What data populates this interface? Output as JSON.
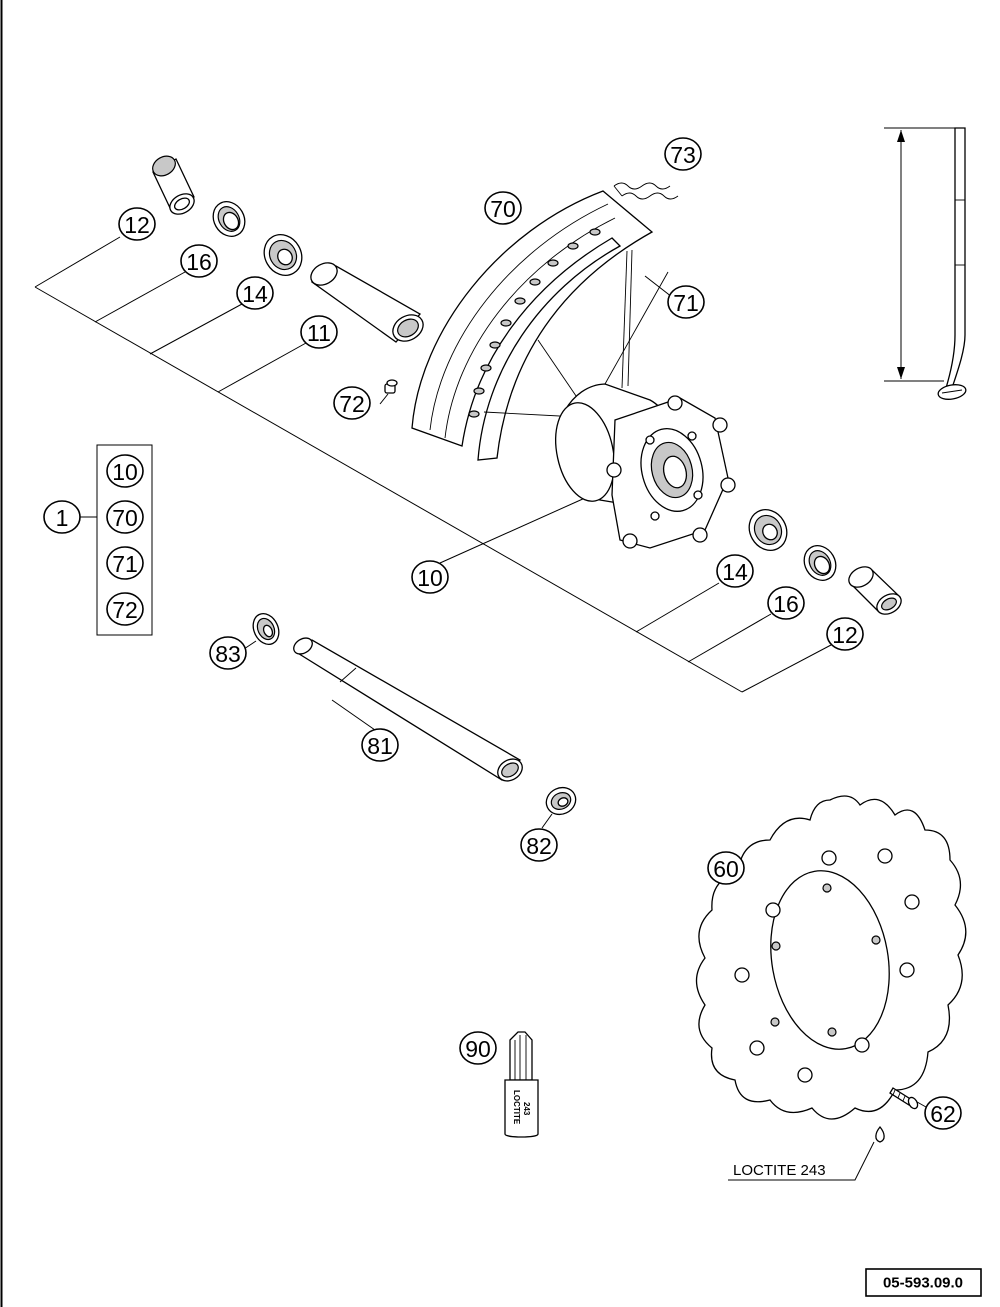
{
  "callouts": {
    "c12a": "12",
    "c16a": "16",
    "c14a": "14",
    "c11": "11",
    "c70": "70",
    "c73": "73",
    "c71": "71",
    "c72": "72",
    "c10": "10",
    "c14b": "14",
    "c16b": "16",
    "c12b": "12",
    "c83": "83",
    "c81": "81",
    "c82": "82",
    "c60": "60",
    "c90": "90",
    "c62": "62",
    "c1": "1"
  },
  "kit": {
    "items": [
      "10",
      "70",
      "71",
      "72"
    ]
  },
  "labels": {
    "loctite_note": "LOCTITE 243",
    "tube_line1": "LOCTITE",
    "tube_line2": "243"
  },
  "doc_number": "05-593.09.0"
}
